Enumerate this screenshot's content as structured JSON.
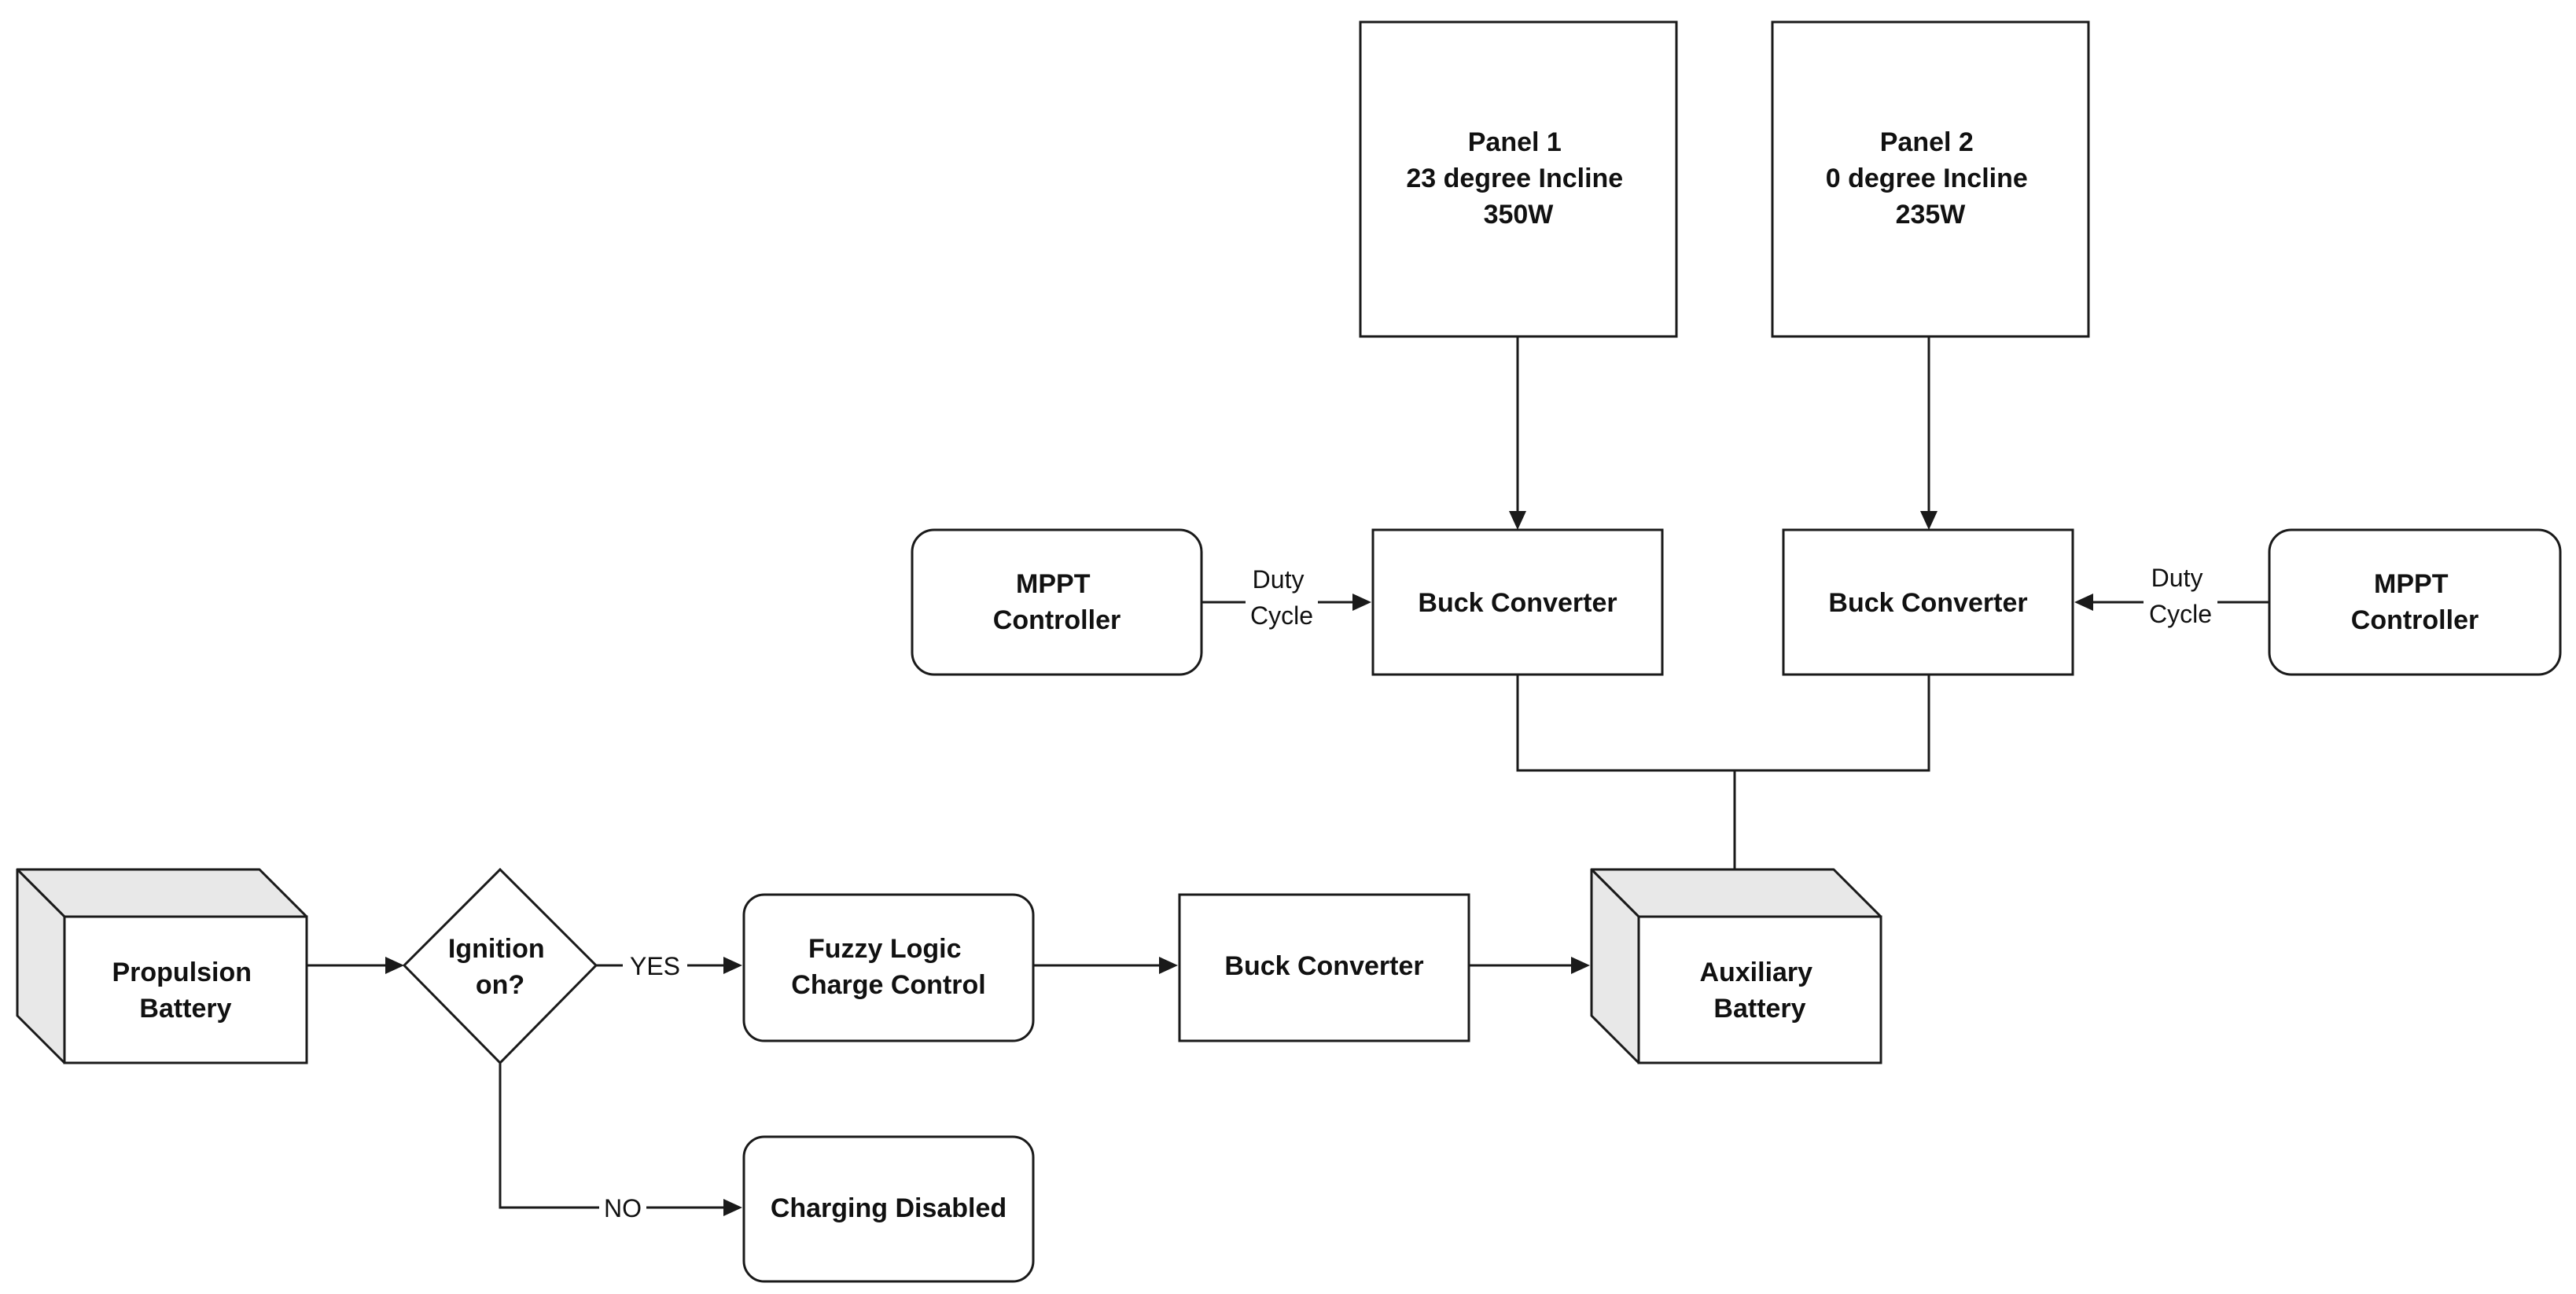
{
  "nodes": {
    "panel1": {
      "lines": [
        "Panel 1",
        "23 degree Incline",
        "350W"
      ]
    },
    "panel2": {
      "lines": [
        "Panel 2",
        "0 degree Incline",
        "235W"
      ]
    },
    "mppt_left": {
      "lines": [
        "MPPT",
        "Controller"
      ]
    },
    "mppt_right": {
      "lines": [
        "MPPT",
        "Controller"
      ]
    },
    "buck_left": {
      "lines": [
        "Buck Converter"
      ]
    },
    "buck_right": {
      "lines": [
        "Buck Converter"
      ]
    },
    "propulsion_battery": {
      "lines": [
        "Propulsion",
        "Battery"
      ]
    },
    "ignition_decision": {
      "lines": [
        "Ignition",
        "on?"
      ]
    },
    "fuzzy_logic": {
      "lines": [
        "Fuzzy Logic",
        "Charge Control"
      ]
    },
    "buck_bottom": {
      "lines": [
        "Buck Converter"
      ]
    },
    "auxiliary_battery": {
      "lines": [
        "Auxiliary",
        "Battery"
      ]
    },
    "charging_disabled": {
      "lines": [
        "Charging Disabled"
      ]
    }
  },
  "edges": {
    "duty_left": {
      "lines": [
        "Duty",
        "Cycle"
      ]
    },
    "duty_right": {
      "lines": [
        "Duty",
        "Cycle"
      ]
    },
    "yes": {
      "lines": [
        "YES"
      ]
    },
    "no": {
      "lines": [
        "NO"
      ]
    }
  }
}
